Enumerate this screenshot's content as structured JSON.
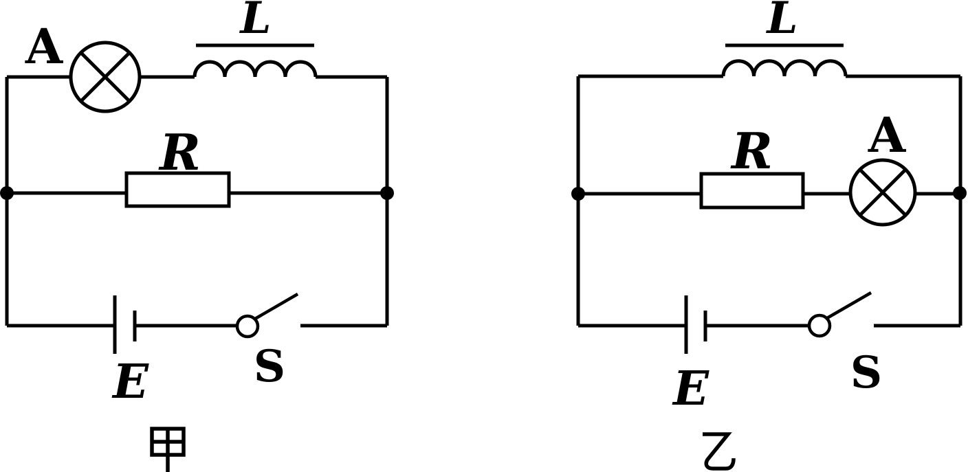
{
  "diagram": {
    "background_color": "#ffffff",
    "ink_color": "#000000",
    "circuits": [
      {
        "caption": "甲",
        "labels": {
          "lamp": "A",
          "inductor": "L",
          "resistor": "R",
          "battery": "E",
          "switch": "S"
        }
      },
      {
        "caption": "乙",
        "labels": {
          "lamp": "A",
          "inductor": "L",
          "resistor": "R",
          "battery": "E",
          "switch": "S"
        }
      }
    ]
  }
}
